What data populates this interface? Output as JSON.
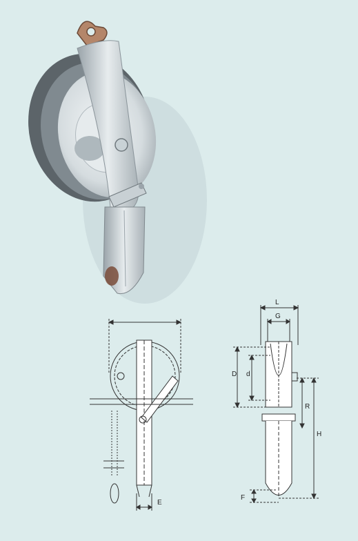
{
  "labels": {
    "L": "L",
    "G": "G",
    "D": "D",
    "d": "d",
    "R": "R",
    "H": "H",
    "F": "F",
    "E": "E"
  },
  "colors": {
    "background": "#dcecec",
    "metal": "#c9d2d6",
    "sheave_dark": "#5c6469",
    "line": "#333333"
  }
}
